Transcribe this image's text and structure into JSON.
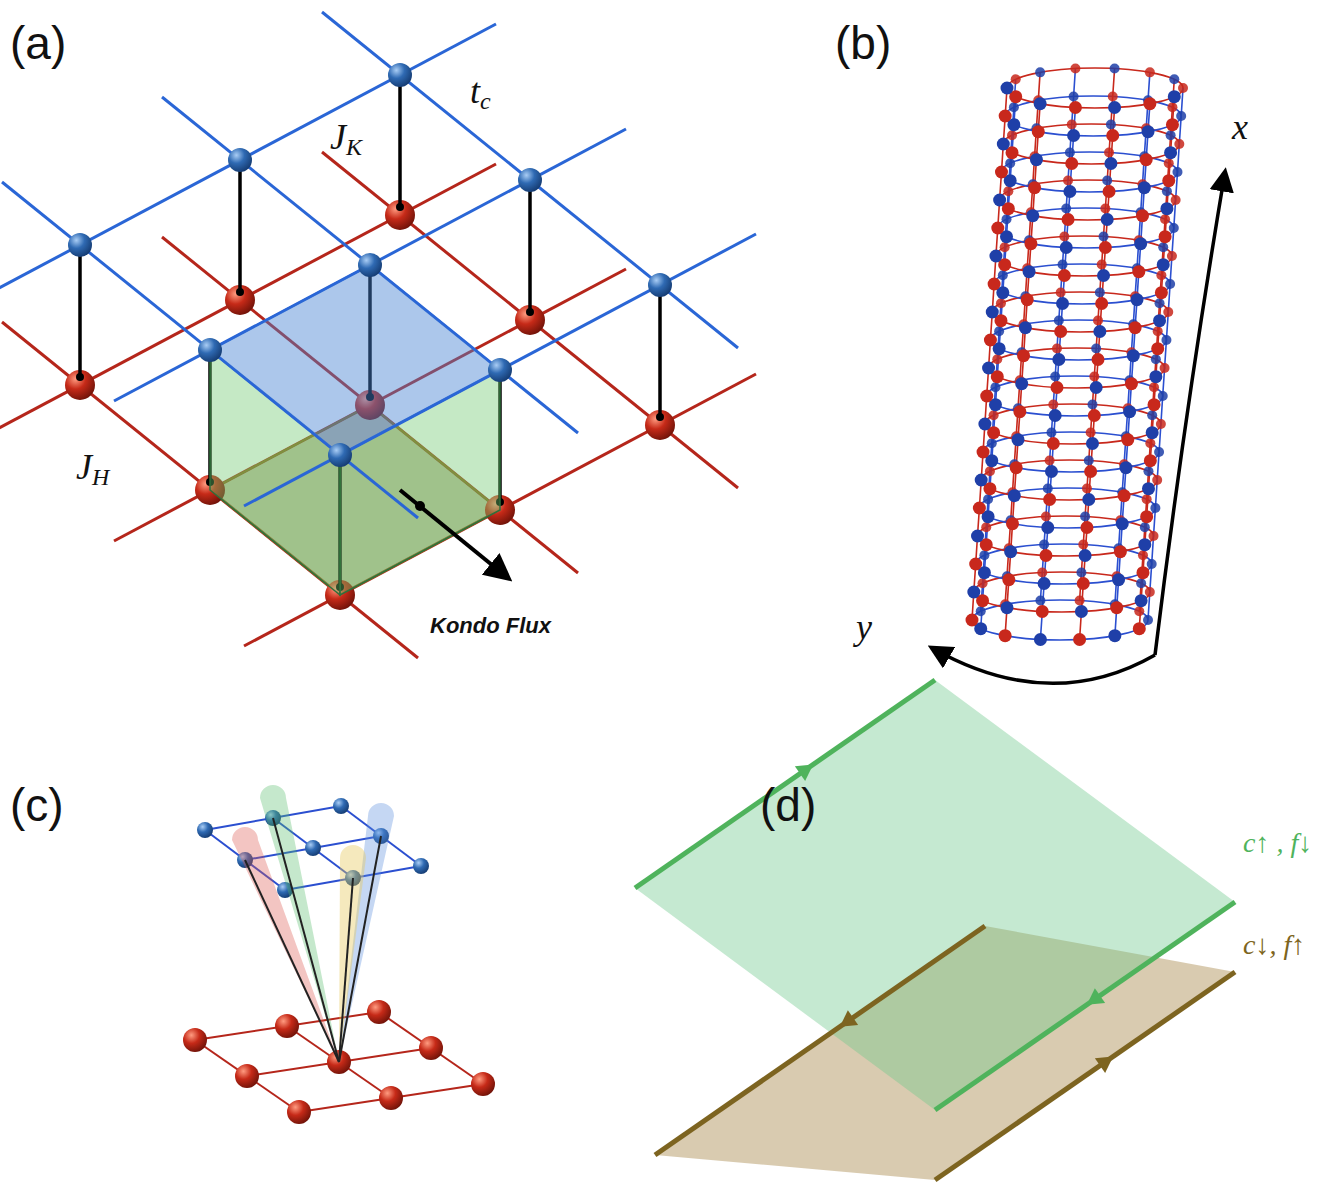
{
  "diagram": {
    "labels": [
      "(a)",
      "tc",
      "JK",
      "JH",
      "Kondo Flux",
      "(b)",
      "x",
      "y",
      "(c)",
      "(d)",
      "c↑ , f↓",
      "c↓, f↑"
    ]
  }
}
